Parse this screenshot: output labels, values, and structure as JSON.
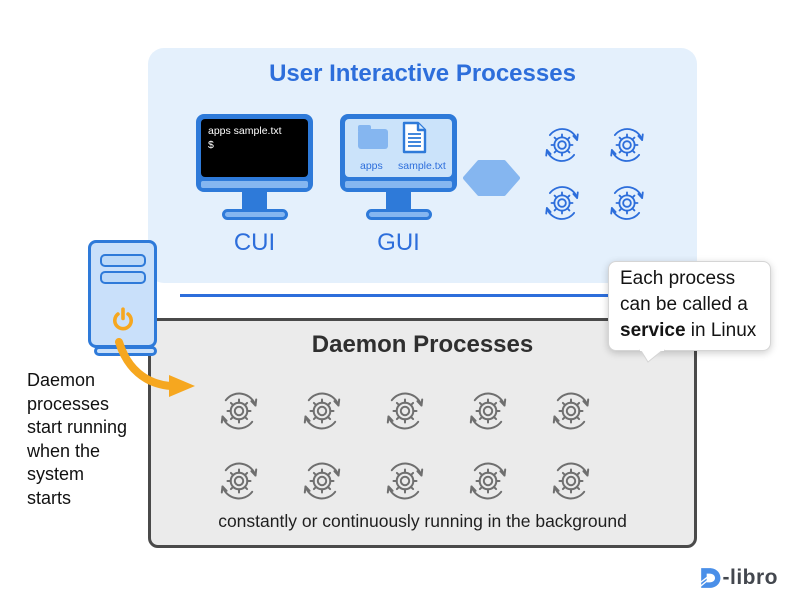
{
  "colors": {
    "accent_blue": "#2d6edb",
    "monitor_blue": "#2e7ad9",
    "mid_blue": "#85b6f0",
    "light_blue_bg": "#e4f0fc",
    "screen_blue": "#cbe3fa",
    "orange": "#f6a71f",
    "daemon_bg": "#ebebeb",
    "daemon_border": "#4a4a4a",
    "gear_gray": "#6f6f6f",
    "logo_blue": "#4a8fe8",
    "logo_gray": "#43474e"
  },
  "top_box": {
    "title": "User Interactive Processes",
    "cui_label": "CUI",
    "gui_label": "GUI",
    "terminal_line1": "apps  sample.txt",
    "terminal_line2": "$",
    "folder_label": "apps",
    "file_label": "sample.txt"
  },
  "daemon_box": {
    "title": "Daemon Processes",
    "caption": "constantly or continuously running in the background"
  },
  "left_note": {
    "lines": [
      "Daemon",
      "processes",
      "start running",
      "when the",
      "system",
      "starts"
    ]
  },
  "bubble": {
    "line1": "Each process",
    "line2": "can be called a",
    "line3_bold": "service",
    "line3_rest": " in Linux"
  },
  "logo": {
    "suffix": "-libro"
  }
}
